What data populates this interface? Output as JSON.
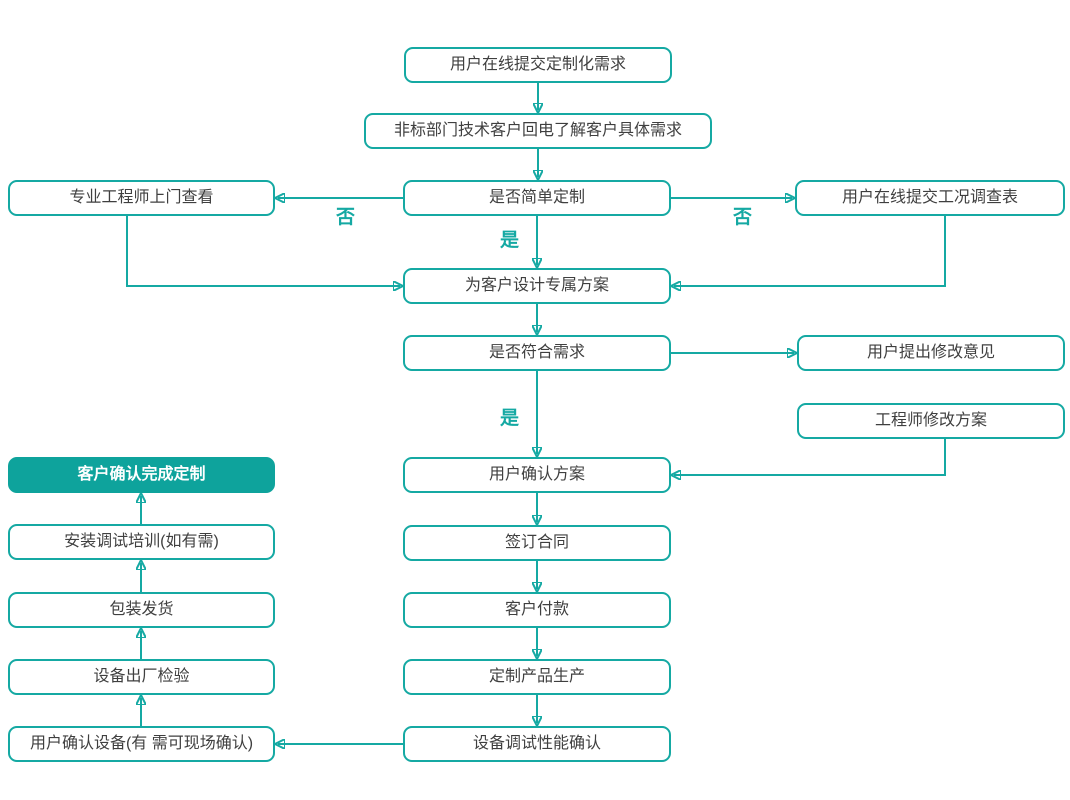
{
  "diagram": {
    "nodes": [
      {
        "id": "submit-request",
        "label": "用户在线提交定制化需求"
      },
      {
        "id": "tech-callback",
        "label": "非标部门技术客户回电了解客户具体需求"
      },
      {
        "id": "engineer-visit",
        "label": "专业工程师上门查看"
      },
      {
        "id": "simple-custom-decision",
        "label": "是否简单定制"
      },
      {
        "id": "condition-survey",
        "label": "用户在线提交工况调查表"
      },
      {
        "id": "design-plan",
        "label": "为客户设计专属方案"
      },
      {
        "id": "meets-needs-decision",
        "label": "是否符合需求"
      },
      {
        "id": "user-feedback",
        "label": "用户提出修改意见"
      },
      {
        "id": "engineer-revise",
        "label": "工程师修改方案"
      },
      {
        "id": "user-confirm-plan",
        "label": "用户确认方案"
      },
      {
        "id": "customization-complete",
        "label": "客户确认完成定制"
      },
      {
        "id": "sign-contract",
        "label": "签订合同"
      },
      {
        "id": "install-training",
        "label": "安装调试培训(如有需)"
      },
      {
        "id": "customer-payment",
        "label": "客户付款"
      },
      {
        "id": "packing-shipping",
        "label": "包装发货"
      },
      {
        "id": "custom-production",
        "label": "定制产品生产"
      },
      {
        "id": "factory-inspection",
        "label": "设备出厂检验"
      },
      {
        "id": "debug-performance",
        "label": "设备调试性能确认"
      },
      {
        "id": "user-confirm-device",
        "label": "用户确认设备(有 需可现场确认)"
      }
    ],
    "edge_labels": [
      {
        "id": "no-left",
        "text": "否"
      },
      {
        "id": "no-right",
        "text": "否"
      },
      {
        "id": "yes-top",
        "text": "是"
      },
      {
        "id": "yes-bottom",
        "text": "是"
      }
    ],
    "colors": {
      "line": "#15A9A3",
      "node_border": "#15A9A3",
      "node_fill": "#FFFFFF",
      "node_text": "#3F3F3F",
      "highlight_fill": "#0EA39C",
      "highlight_text": "#FFFFFF",
      "label_text": "#15A9A3",
      "background": "#FFFFFF"
    }
  }
}
